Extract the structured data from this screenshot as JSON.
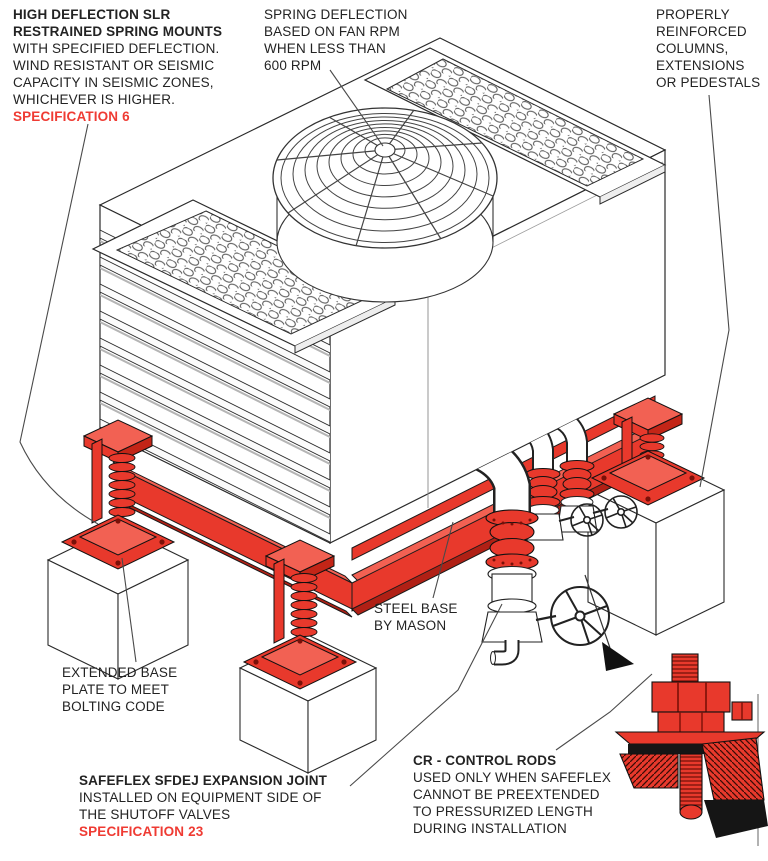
{
  "diagram": {
    "colors": {
      "accent_red": "#e8392c",
      "spec_text_red": "#ef3b33",
      "line_black": "#222222"
    },
    "annotations": {
      "spring_mounts": {
        "bold": [
          "HIGH DEFLECTION SLR",
          "RESTRAINED SPRING MOUNTS"
        ],
        "lines": [
          "WITH SPECIFIED DEFLECTION.",
          "WIND RESISTANT OR SEISMIC",
          "CAPACITY IN SEISMIC ZONES,",
          "WHICHEVER IS HIGHER."
        ],
        "spec": "SPECIFICATION 6"
      },
      "spring_deflection": {
        "lines": [
          "SPRING DEFLECTION",
          "BASED ON FAN RPM",
          "WHEN LESS THAN",
          "600 RPM"
        ]
      },
      "columns": {
        "lines": [
          "PROPERLY",
          "REINFORCED",
          "COLUMNS,",
          "EXTENSIONS",
          "OR PEDESTALS"
        ]
      },
      "steel_base": {
        "lines": [
          "STEEL BASE",
          "BY MASON"
        ]
      },
      "extended_base": {
        "lines": [
          "EXTENDED BASE",
          "PLATE TO MEET",
          "BOLTING CODE"
        ]
      },
      "expansion_joint": {
        "bold": [
          "SAFEFLEX SFDEJ EXPANSION JOINT"
        ],
        "lines": [
          "INSTALLED ON EQUIPMENT SIDE OF",
          "THE SHUTOFF VALVES"
        ],
        "spec": "SPECIFICATION 23"
      },
      "control_rods": {
        "bold": [
          "CR - CONTROL RODS"
        ],
        "lines": [
          "USED ONLY WHEN SAFEFLEX",
          "CANNOT BE PREEXTENDED",
          "TO PRESSURIZED LENGTH",
          "DURING INSTALLATION"
        ]
      }
    }
  }
}
